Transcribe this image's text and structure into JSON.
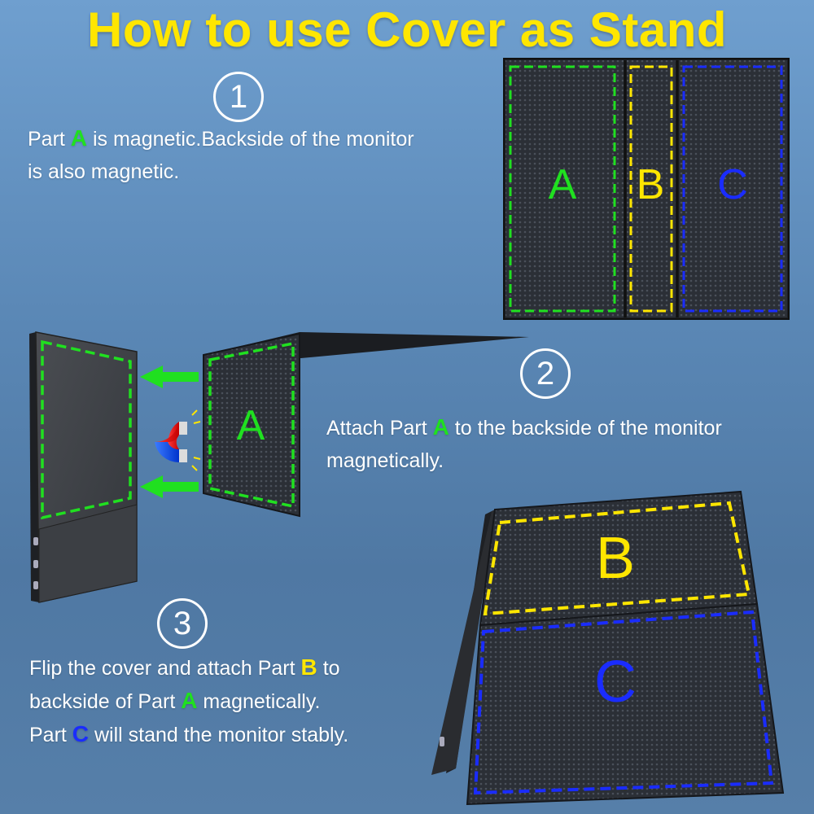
{
  "title": "How to use Cover as Stand",
  "steps": [
    {
      "number": "1",
      "pre": "Part ",
      "part": "A",
      "post": " is magnetic.Backside of the monitor",
      "line2": "is also magnetic."
    },
    {
      "number": "2",
      "pre": "Attach Part ",
      "part": "A",
      "post": " to the backside of the monitor",
      "line2": "magnetically."
    },
    {
      "number": "3",
      "line1_pre": "Flip the cover and attach Part ",
      "line1_part": "B",
      "line1_post": " to",
      "line2_pre": "backside of Part ",
      "line2_part": "A",
      "line2_post": " magnetically.",
      "line3_pre": "Part ",
      "line3_part": "C",
      "line3_post": " will stand the monitor stably."
    }
  ],
  "labels": {
    "a": "A",
    "b": "B",
    "c": "C"
  },
  "colors": {
    "title": "#ffe600",
    "part_a": "#20e020",
    "part_b": "#ffe600",
    "part_c": "#1a2cff"
  },
  "icons": [
    "magnet-icon",
    "arrow-left-icon"
  ]
}
